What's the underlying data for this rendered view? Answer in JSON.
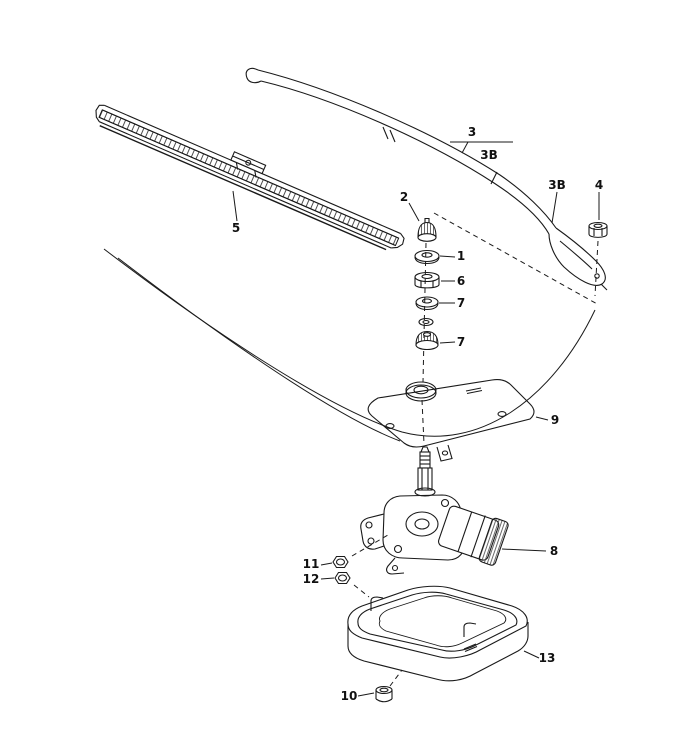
{
  "diagram": {
    "type": "exploded-parts-diagram",
    "subject": "rear window wiper assembly",
    "background_color": "#ffffff",
    "line_color": "#1a1a1a"
  },
  "labels": [
    {
      "text": "3"
    },
    {
      "text": "3B"
    },
    {
      "text": "3B"
    },
    {
      "text": "4"
    },
    {
      "text": "2"
    },
    {
      "text": "5"
    },
    {
      "text": "1"
    },
    {
      "text": "6"
    },
    {
      "text": "7"
    },
    {
      "text": "7"
    },
    {
      "text": "9"
    },
    {
      "text": "8"
    },
    {
      "text": "11"
    },
    {
      "text": "12"
    },
    {
      "text": "13"
    },
    {
      "text": "10"
    }
  ]
}
